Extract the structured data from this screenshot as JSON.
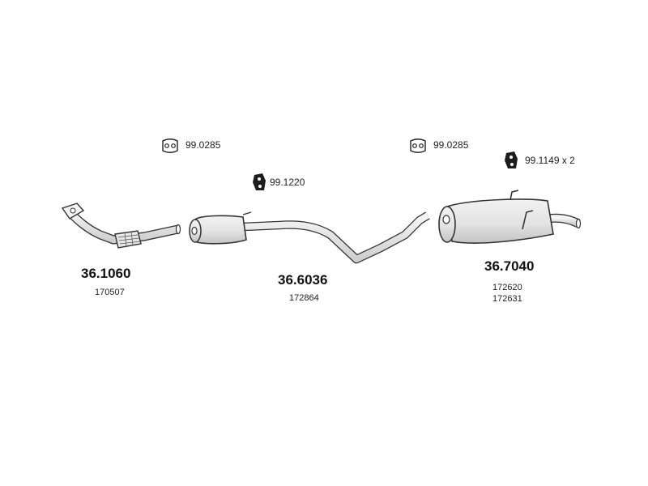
{
  "parts": {
    "front_pipe": {
      "number": "36.1060",
      "oe": [
        "170507"
      ]
    },
    "middle_muffler": {
      "number": "36.6036",
      "oe": [
        "172864"
      ]
    },
    "rear_muffler": {
      "number": "36.7040",
      "oe": [
        "172620",
        "172631"
      ]
    }
  },
  "accessories": {
    "gasket_front": {
      "number": "99.0285",
      "icon": "gasket-icon"
    },
    "clamp_middle": {
      "number": "99.1220",
      "icon": "rubber-mount-icon"
    },
    "gasket_rear": {
      "number": "99.0285",
      "icon": "gasket-icon"
    },
    "mount_rear": {
      "number": "99.1149 x 2",
      "icon": "rubber-mount-icon"
    }
  }
}
